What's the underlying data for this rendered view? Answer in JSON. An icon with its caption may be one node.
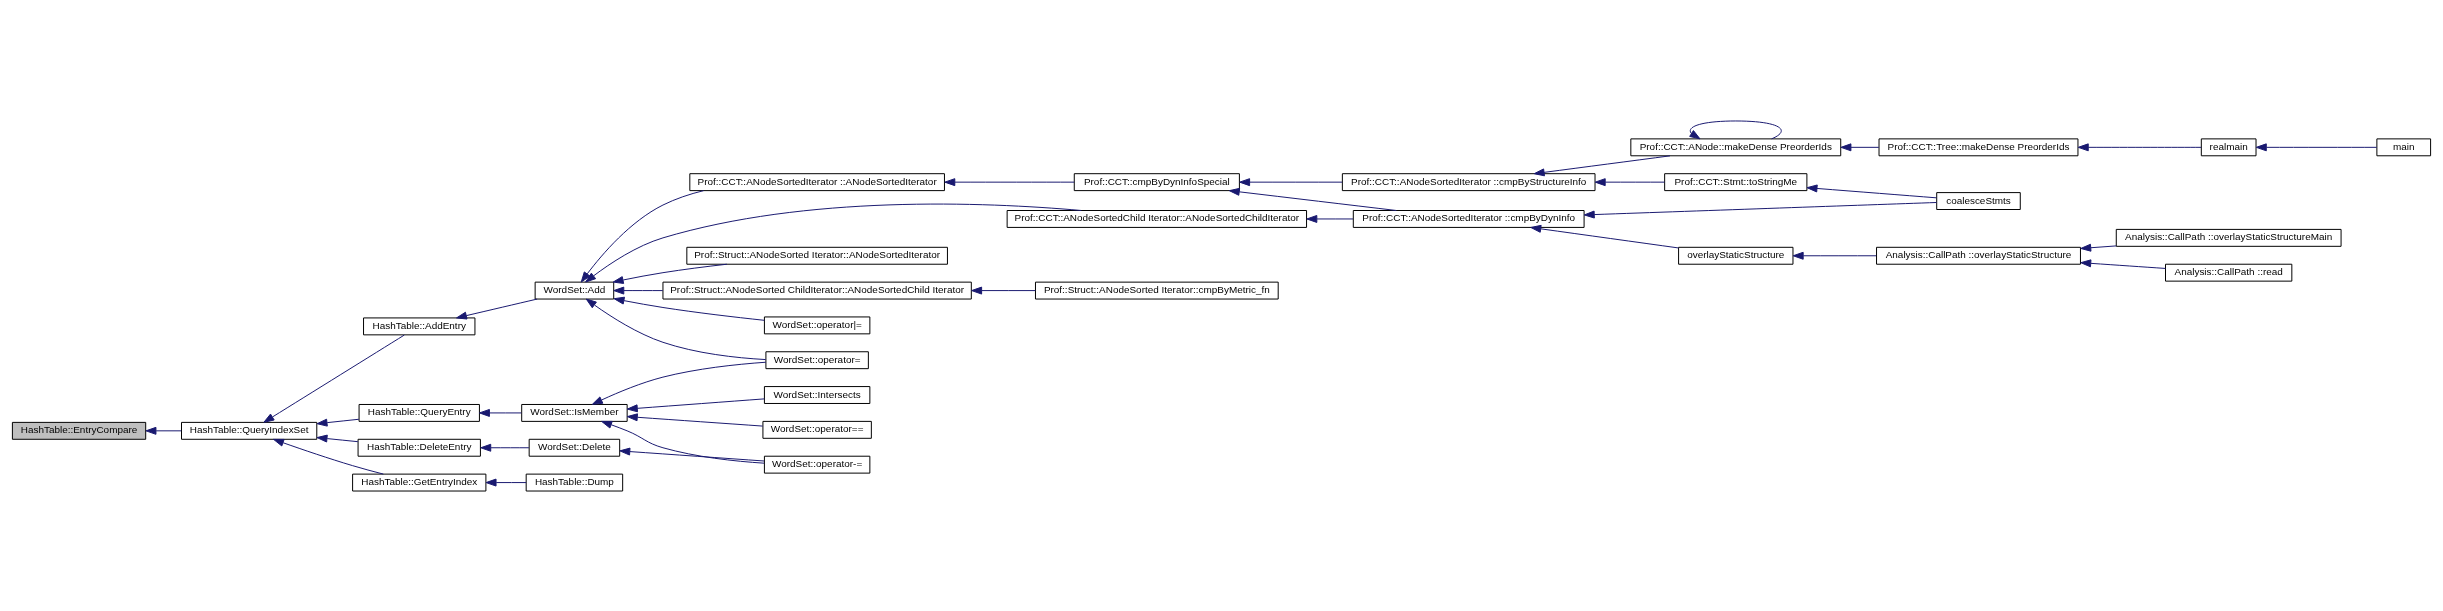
{
  "diagram": {
    "nodes": [
      {
        "text": [
          "HashTable::EntryCompare"
        ]
      },
      {
        "text": [
          "HashTable::QueryIndexSet"
        ]
      },
      {
        "text": [
          "HashTable::AddEntry"
        ]
      },
      {
        "text": [
          "HashTable::QueryEntry"
        ]
      },
      {
        "text": [
          "HashTable::DeleteEntry"
        ]
      },
      {
        "text": [
          "HashTable::GetEntryIndex"
        ]
      },
      {
        "text": [
          "WordSet::Add"
        ]
      },
      {
        "text": [
          "WordSet::IsMember"
        ]
      },
      {
        "text": [
          "WordSet::Delete"
        ]
      },
      {
        "text": [
          "HashTable::Dump"
        ]
      },
      {
        "text": [
          "Prof::CCT::ANodeSortedIterator ::ANodeSortedIterator"
        ]
      },
      {
        "text": [
          "Prof::CCT::ANodeSortedChild Iterator::ANodeSortedChildIterator"
        ]
      },
      {
        "text": [
          "Prof::Struct::ANodeSorted Iterator::ANodeSortedIterator"
        ]
      },
      {
        "text": [
          "Prof::Struct::ANodeSorted ChildIterator::ANodeSortedChild Iterator"
        ]
      },
      {
        "text": [
          "WordSet::operator|="
        ]
      },
      {
        "text": [
          "WordSet::operator="
        ]
      },
      {
        "text": [
          "WordSet::Intersects"
        ]
      },
      {
        "text": [
          "WordSet::operator=="
        ]
      },
      {
        "text": [
          "WordSet::operator-="
        ]
      },
      {
        "text": [
          "Prof::CCT::cmpByDynInfoSpecial"
        ]
      },
      {
        "text": [
          "Prof::Struct::ANodeSorted Iterator::cmpByMetric_fn"
        ]
      },
      {
        "text": [
          "Prof::CCT::ANodeSortedIterator ::cmpByStructureInfo"
        ]
      },
      {
        "text": [
          "Prof::CCT::ANodeSortedIterator ::cmpByDynInfo"
        ]
      },
      {
        "text": [
          "Prof::CCT::ANode::makeDense PreorderIds"
        ]
      },
      {
        "text": [
          "Prof::CCT::Stmt::toStringMe"
        ]
      },
      {
        "text": [
          "overlayStaticStructure"
        ]
      },
      {
        "text": [
          "Prof::CCT::Tree::makeDense PreorderIds"
        ]
      },
      {
        "text": [
          "coalesceStmts"
        ]
      },
      {
        "text": [
          "Analysis::CallPath ::overlayStaticStructure"
        ]
      },
      {
        "text": [
          "realmain"
        ]
      },
      {
        "text": [
          "main"
        ]
      },
      {
        "text": [
          "Analysis::CallPath ::overlayStaticStructureMain"
        ]
      },
      {
        "text": [
          "Analysis::CallPath ::read"
        ]
      }
    ],
    "edges": [
      {
        "from": 1,
        "to": 0,
        "arrow": "to"
      },
      {
        "from": 2,
        "to": 1,
        "arrow": "to"
      },
      {
        "from": 3,
        "to": 1,
        "arrow": "to"
      },
      {
        "from": 4,
        "to": 1,
        "arrow": "to"
      },
      {
        "from": 5,
        "to": 1,
        "arrow": "to"
      },
      {
        "from": 6,
        "to": 2,
        "arrow": "to"
      },
      {
        "from": 7,
        "to": 3,
        "arrow": "to"
      },
      {
        "from": 8,
        "to": 4,
        "arrow": "to"
      },
      {
        "from": 9,
        "to": 5,
        "arrow": "to"
      },
      {
        "from": 10,
        "to": 6,
        "arrow": "to"
      },
      {
        "from": 11,
        "to": 6,
        "arrow": "to"
      },
      {
        "from": 12,
        "to": 6,
        "arrow": "to"
      },
      {
        "from": 13,
        "to": 6,
        "arrow": "to"
      },
      {
        "from": 14,
        "to": 6,
        "arrow": "to"
      },
      {
        "from": 15,
        "to": 6,
        "arrow": "to"
      },
      {
        "from": 15,
        "to": 7,
        "arrow": "to"
      },
      {
        "from": 16,
        "to": 7,
        "arrow": "to"
      },
      {
        "from": 17,
        "to": 7,
        "arrow": "to"
      },
      {
        "from": 18,
        "to": 7,
        "arrow": "to"
      },
      {
        "from": 18,
        "to": 8,
        "arrow": "to"
      },
      {
        "from": 19,
        "to": 10,
        "arrow": "to"
      },
      {
        "from": 20,
        "to": 13,
        "arrow": "to"
      },
      {
        "from": 21,
        "to": 19,
        "arrow": "to"
      },
      {
        "from": 22,
        "to": 19,
        "arrow": "to"
      },
      {
        "from": 22,
        "to": 11,
        "arrow": "to"
      },
      {
        "from": 23,
        "to": 21,
        "arrow": "to"
      },
      {
        "from": 24,
        "to": 21,
        "arrow": "to"
      },
      {
        "from": 27,
        "to": 22,
        "arrow": "to"
      },
      {
        "from": 25,
        "to": 22,
        "arrow": "to"
      },
      {
        "from": 23,
        "to": 23,
        "arrow": "to"
      },
      {
        "from": 26,
        "to": 23,
        "arrow": "to"
      },
      {
        "from": 27,
        "to": 24,
        "arrow": "to"
      },
      {
        "from": 28,
        "to": 25,
        "arrow": "to"
      },
      {
        "from": 29,
        "to": 26,
        "arrow": "to"
      },
      {
        "from": 31,
        "to": 28,
        "arrow": "to"
      },
      {
        "from": 32,
        "to": 28,
        "arrow": "to"
      },
      {
        "from": 30,
        "to": 29,
        "arrow": "to"
      }
    ]
  }
}
